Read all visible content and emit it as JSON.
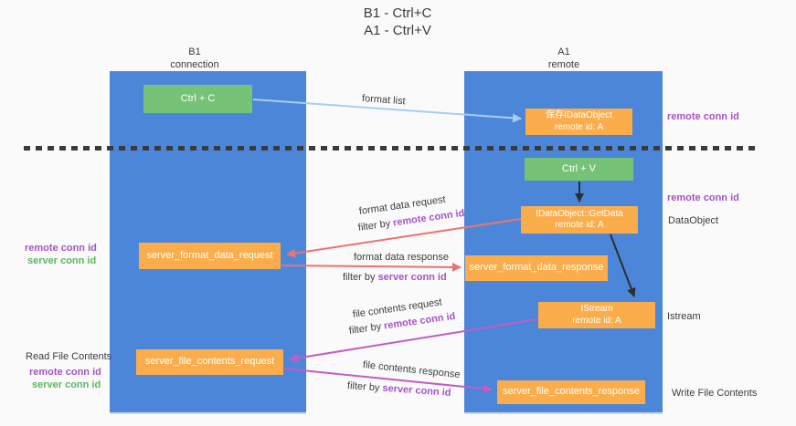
{
  "title": {
    "line1": "B1 - Ctrl+C",
    "line2": "A1 - Ctrl+V"
  },
  "lanes": {
    "left": {
      "title": "B1",
      "subtitle": "connection"
    },
    "right": {
      "title": "A1",
      "subtitle": "remote"
    }
  },
  "boxes": {
    "ctrl_c": {
      "label": "Ctrl + C"
    },
    "ctrl_v": {
      "label": "Ctrl + V"
    },
    "save_idataobject": {
      "line1": "保存IDataObject",
      "line2": "remote id: A"
    },
    "getdata": {
      "line1": "IDataObject::GetData",
      "line2": "remote id: A"
    },
    "istream": {
      "line1": "IStream",
      "line2": "remote id: A"
    },
    "format_request": {
      "label": "server_format_data_request"
    },
    "format_response": {
      "label": "server_format_data_response"
    },
    "file_request": {
      "label": "server_file_contents_request"
    },
    "file_response": {
      "label": "server_file_contents_response"
    }
  },
  "annotations": {
    "remote_conn_id": "remote conn id",
    "server_conn_id": "server conn id",
    "data_object": "DataObject",
    "istream": "Istream",
    "read_file_contents": "Read File Contents",
    "write_file_contents": "Write File Contents"
  },
  "flow_labels": {
    "format_list": "format list",
    "format_data_request": "format data request",
    "format_data_response": "format data response",
    "file_contents_request": "file contents request",
    "file_contents_response": "file contents response",
    "filter_by": "filter by "
  },
  "colors": {
    "lane_blue": "#4c86d8",
    "box_orange": "#fbad4b",
    "box_green": "#76c277",
    "arrow_light_blue": "#a8cdef",
    "arrow_salmon": "#e97472",
    "arrow_magenta": "#c45cc4",
    "arrow_black": "#2e2e2e",
    "text_purple": "#a653c6",
    "text_green": "#58b95e"
  }
}
